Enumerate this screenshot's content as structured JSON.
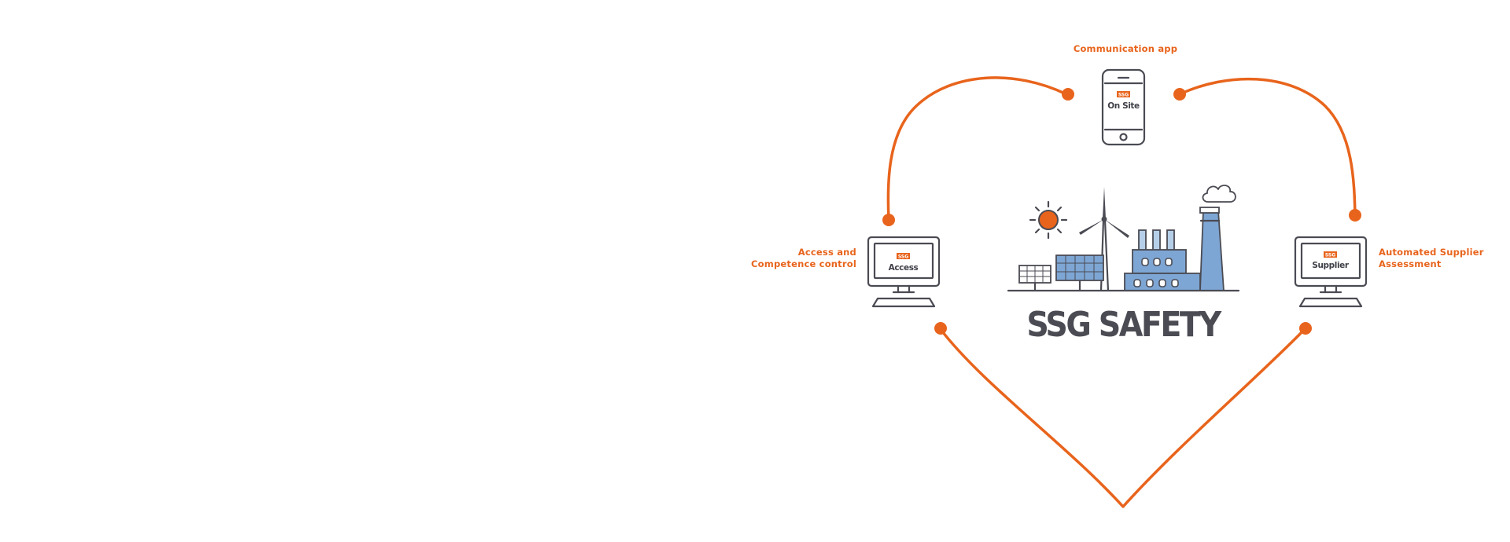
{
  "labels": {
    "top": "Communication app",
    "left_line1": "Access and",
    "left_line2": "Competence control",
    "right_line1": "Automated Supplier",
    "right_line2": "Assessment"
  },
  "devices": {
    "phone": {
      "badge": "SSG",
      "screen": "On Site"
    },
    "left_monitor": {
      "badge": "SSG",
      "screen": "Access"
    },
    "right_monitor": {
      "badge": "SSG",
      "screen": "Supplier"
    }
  },
  "logo": {
    "text": "SSG SAFETY"
  },
  "colors": {
    "accent": "#e8641c",
    "dark": "#4a4b53",
    "blue": "#7ea6d4",
    "light_blue": "#b6cfe9"
  },
  "icons": [
    "smartphone-icon",
    "monitor-icon",
    "sun-icon",
    "wind-turbine-icon",
    "solar-panel-icon",
    "factory-icon",
    "cloud-icon"
  ]
}
